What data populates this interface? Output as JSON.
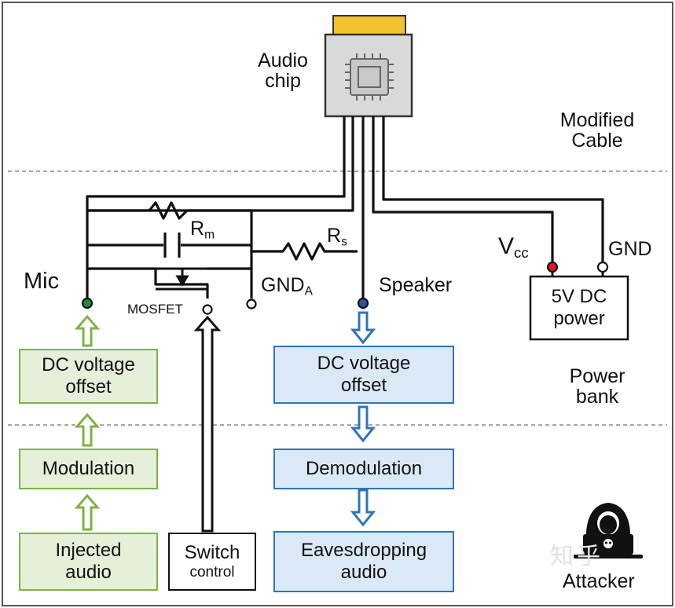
{
  "labels": {
    "audio_chip": "Audio\nchip",
    "modified_cable": "Modified\nCable",
    "power_bank": "Power\nbank",
    "attacker": "Attacker",
    "mic": "Mic",
    "speaker": "Speaker",
    "mosfet": "MOSFET",
    "gnd": "GND",
    "vcc_main": "V",
    "vcc_sub": "cc",
    "gnda_main": "GND",
    "gnda_sub": "A",
    "rm_main": "R",
    "rm_sub": "m",
    "rs_main": "R",
    "rs_sub": "s",
    "watermark": "知乎"
  },
  "boxes": {
    "mic_dc_offset": "DC voltage\noffset",
    "modulation": "Modulation",
    "injected_audio": "Injected\naudio",
    "switch_main": "Switch",
    "switch_sub": "control",
    "spk_dc_offset": "DC voltage\noffset",
    "demodulation": "Demodulation",
    "eavesdropping_audio": "Eavesdropping\naudio",
    "power_supply": "5V DC\npower"
  },
  "colors": {
    "green_fill": "#e6efd9",
    "green_border": "#7fb24a",
    "blue_fill": "#dbe8f6",
    "blue_border": "#2e75b6",
    "mic_dot": "#1e8c3a",
    "speaker_dot": "#2f4f9e",
    "vcc_dot": "#e0141e",
    "chip_connector": "#f2c12e"
  },
  "icons": [
    "chip-icon",
    "hacker-icon"
  ]
}
